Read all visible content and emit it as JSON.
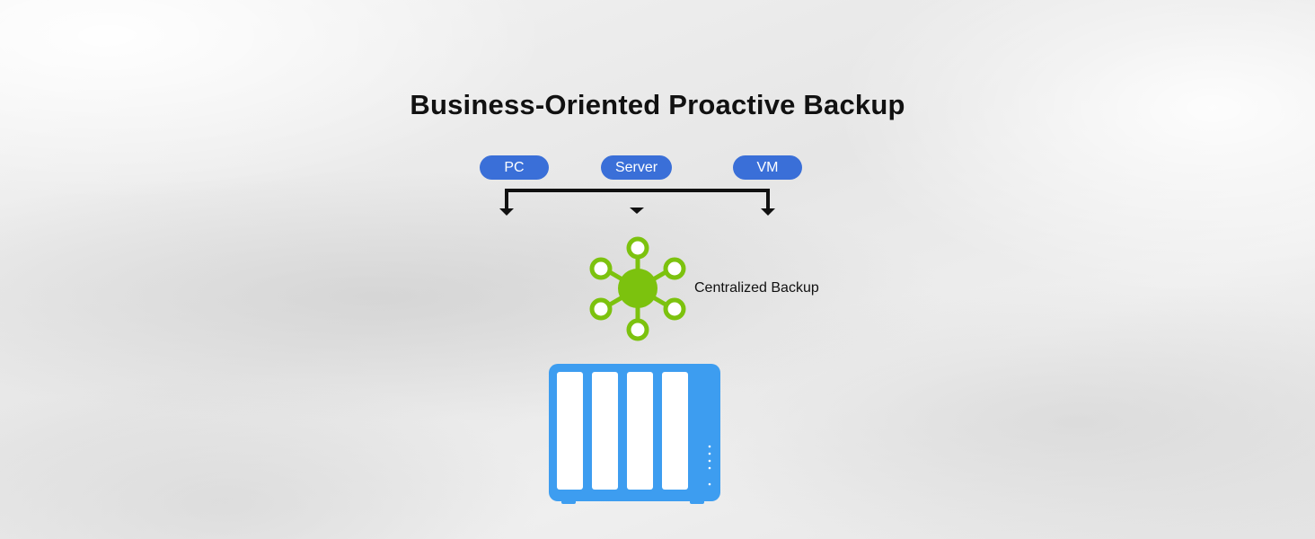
{
  "diagram": {
    "title": "Business-Oriented Proactive Backup",
    "sources": [
      {
        "id": "pc",
        "label": "PC"
      },
      {
        "id": "server",
        "label": "Server"
      },
      {
        "id": "vm",
        "label": "VM"
      }
    ],
    "hub_label": "Centralized Backup",
    "colors": {
      "pill": "#3a6fd8",
      "hub": "#7cc20e",
      "nas": "#3d9df0",
      "connector": "#111111"
    },
    "icons": {
      "hub": "network-hub-icon",
      "nas": "nas-device-icon"
    }
  }
}
